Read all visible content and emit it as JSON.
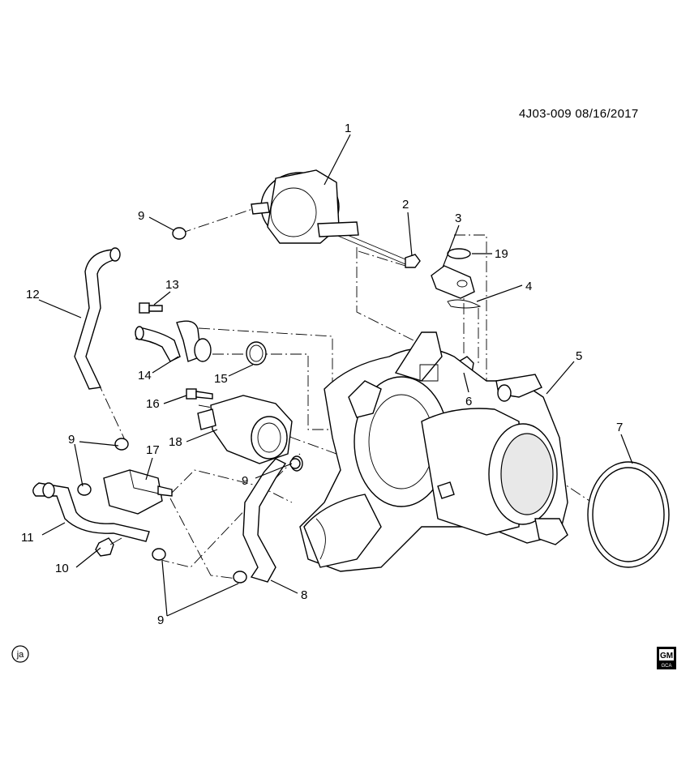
{
  "header": {
    "doc_code": "4J03-009  08/16/2017"
  },
  "callouts": {
    "c1": "1",
    "c2": "2",
    "c3": "3",
    "c4": "4",
    "c5": "5",
    "c6": "6",
    "c7": "7",
    "c8": "8",
    "c9a": "9",
    "c9b": "9",
    "c9c": "9",
    "c9d": "9",
    "c10": "10",
    "c11": "11",
    "c12": "12",
    "c13": "13",
    "c14": "14",
    "c15": "15",
    "c16": "16",
    "c17": "17",
    "c18": "18",
    "c19": "19"
  },
  "footer": {
    "lang_badge": "ja",
    "logo_top": "GM",
    "logo_bottom": "GCA"
  }
}
